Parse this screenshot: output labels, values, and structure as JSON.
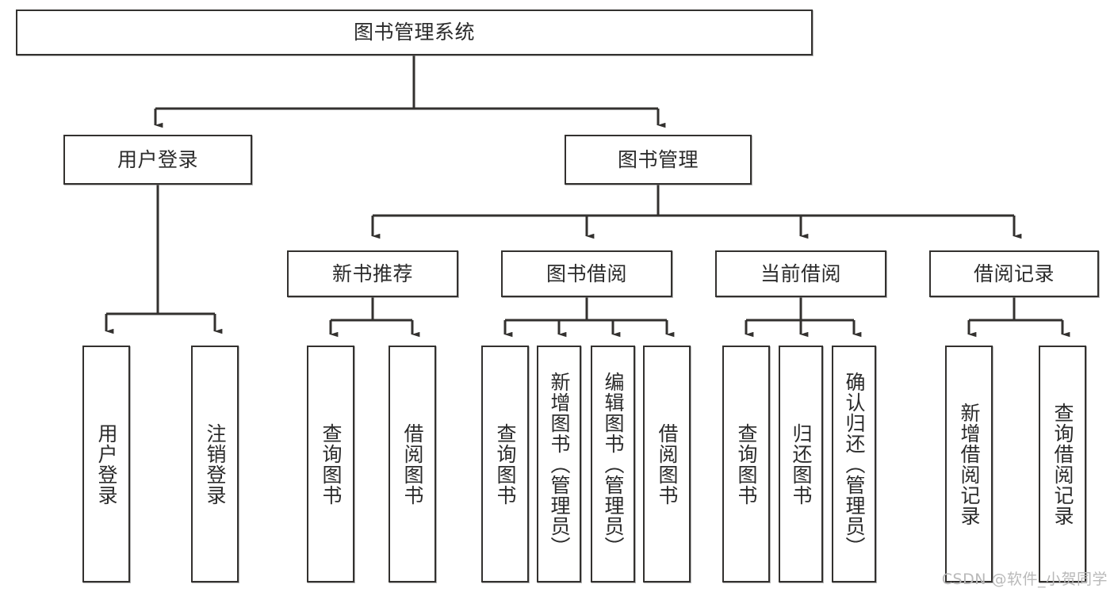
{
  "diagram": {
    "title": "图书管理系统",
    "type": "tree-hierarchy-chart",
    "colors": {
      "node_border": "#33312f",
      "node_fill": "#ffffff",
      "edge": "#33312f",
      "text": "#2b2b2b",
      "background": "#ffffff",
      "watermark": "#b9b9b9"
    }
  },
  "root": {
    "label": "图书管理系统"
  },
  "level2": [
    {
      "label": "用户登录"
    },
    {
      "label": "图书管理"
    }
  ],
  "level3": [
    {
      "label": "新书推荐"
    },
    {
      "label": "图书借阅"
    },
    {
      "label": "当前借阅"
    },
    {
      "label": "借阅记录"
    }
  ],
  "leaves": {
    "user_login": [
      {
        "label": "用户登录"
      },
      {
        "label": "注销登录"
      }
    ],
    "new_book_recommend": [
      {
        "label": "查询图书"
      },
      {
        "label": "借阅图书"
      }
    ],
    "book_borrow": [
      {
        "label": "查询图书"
      },
      {
        "label": "新增图书（管理员）"
      },
      {
        "label": "编辑图书（管理员）"
      },
      {
        "label": "借阅图书"
      }
    ],
    "current_borrow": [
      {
        "label": "查询图书"
      },
      {
        "label": "归还图书"
      },
      {
        "label": "确认归还（管理员）"
      }
    ],
    "borrow_record": [
      {
        "label": "新增借阅记录"
      },
      {
        "label": "查询借阅记录"
      }
    ]
  },
  "watermark": {
    "text": "CSDN @软件_小贺同学"
  }
}
